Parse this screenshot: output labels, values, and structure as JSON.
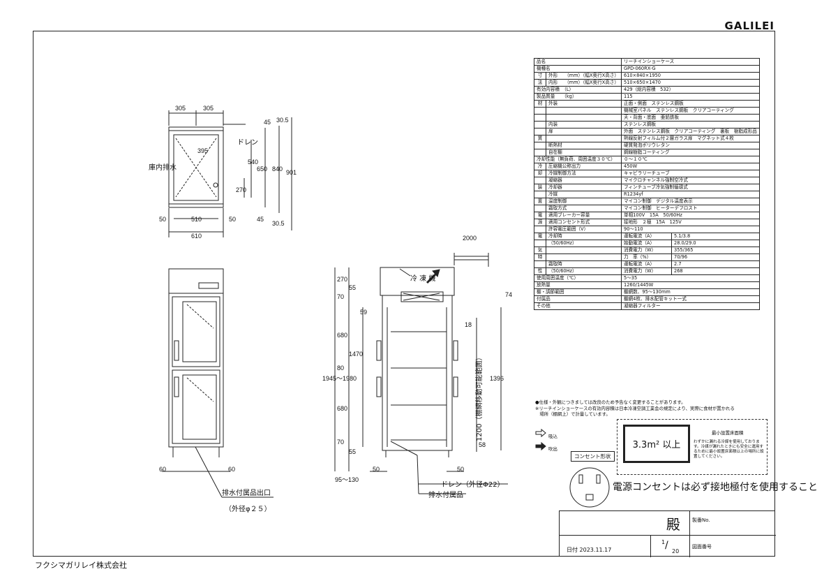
{
  "brand": "GALILEI",
  "company": "フクシマガリレイ株式会社",
  "drawing_labels": {
    "drain_internal": "庫内排水",
    "drain": "ドレン",
    "refrigerator": "冷 凍 機",
    "accessory_outlet": "排水付属品出口",
    "accessory_outlet_dia": "（外径φ２５）",
    "drain_outer": "ドレン（外径Φ22）",
    "accessory": "排水付属品",
    "shelf_range": "1200（棚網移動可能範囲）"
  },
  "dimensions": {
    "top_left": "305",
    "top_right": "305",
    "d395": "395",
    "d540": "540",
    "d650": "650",
    "d840": "840",
    "d901": "901",
    "d270": "270",
    "d45a": "45",
    "d30a": "30.5",
    "d45b": "45",
    "d30b": "30.5",
    "d50a": "50",
    "d510": "510",
    "d50b": "50",
    "d610": "610",
    "d60a": "60",
    "d60b": "60",
    "d2000": "2000",
    "d1945": "1945～1980",
    "d270s": "270",
    "d70a": "70",
    "d55a": "55",
    "d59": "59",
    "d680a": "680",
    "d1470": "1470",
    "d80": "80",
    "d680b": "680",
    "d70b": "70",
    "d55b": "55",
    "d95": "95～130",
    "d74": "74",
    "d18": "18",
    "d1396": "1396",
    "d58": "58",
    "d50c": "50",
    "d50d": "50"
  },
  "spec_rows": [
    {
      "c1": "品名",
      "c2": "",
      "val": "リーチインショーケース"
    },
    {
      "c1": "機種名",
      "c2": "",
      "val": "GPD-060RX-G"
    },
    {
      "c1": "寸",
      "c2": "外形　　（mm）（幅X奥行X高さ）",
      "val": "610×840×1950"
    },
    {
      "c1": "法",
      "c2": "内形　　（mm）（幅X奥行X高さ）",
      "val": "510×650×1470"
    },
    {
      "c1": "有効内容積　（L）",
      "c2": "",
      "val": "429（総内容積　532）"
    },
    {
      "c1": "製品質量　　（kg）",
      "c2": "",
      "val": "115"
    },
    {
      "c1": "材",
      "c2": "外装",
      "val": "正面・側面　ステンレス鋼板"
    },
    {
      "c1": "",
      "c2": "",
      "val": "機械室パネル　ステンレス鋼板　クリアコーティング"
    },
    {
      "c1": "",
      "c2": "",
      "val": "天・背面・底面　亜鉛鉄板"
    },
    {
      "c1": "",
      "c2": "内装",
      "val": "ステンレス鋼板"
    },
    {
      "c1": "",
      "c2": "扉",
      "val": "外面　ステンレス鋼板　クリアコーティング　裏板　樹脂成形品"
    },
    {
      "c1": "質",
      "c2": "",
      "val": "熱線反射フィルム付２層ガラス扉　マグネット式４枚"
    },
    {
      "c1": "",
      "c2": "断熱材",
      "val": "硬質発泡ポリウレタン"
    },
    {
      "c1": "",
      "c2": "自在棚",
      "val": "鋼線樹脂コーティング"
    },
    {
      "c1": "冷却性能（無負荷、周囲温度３０℃）",
      "c2": "",
      "val": "０～１０℃"
    },
    {
      "c1": "冷",
      "c2": "圧縮機公称出力",
      "val": "450W"
    },
    {
      "c1": "却",
      "c2": "冷媒制御方法",
      "val": "キャピラリーチューブ"
    },
    {
      "c1": "",
      "c2": "凝縮器",
      "val": "マイクロチャンネル強制空冷式"
    },
    {
      "c1": "装",
      "c2": "冷却器",
      "val": "フィンチューブ冷気強制循環式"
    },
    {
      "c1": "",
      "c2": "冷媒",
      "val": "R1234yf"
    },
    {
      "c1": "置",
      "c2": "温度制御",
      "val": "マイコン制御　デジタル温度表示"
    },
    {
      "c1": "",
      "c2": "霜取方式",
      "val": "マイコン制御　ヒーターデフロスト"
    },
    {
      "c1": "電",
      "c2": "適用ブレーカー容量",
      "val": "単相100V　15A　50/60Hz"
    },
    {
      "c1": "源",
      "c2": "適用コンセント形式",
      "val": "接地形　２極　15A　125V"
    },
    {
      "c1": "",
      "c2": "許容電圧範囲（V）",
      "val": "90～110"
    },
    {
      "c1": "電",
      "c2": "冷却時",
      "sub": "運転電流（A）",
      "val": "5.1/3.8"
    },
    {
      "c1": "",
      "c2": "（50/60Hz）",
      "sub": "始動電流（A）",
      "val": "28.0/29.0"
    },
    {
      "c1": "気",
      "c2": "",
      "sub": "消費電力（W）",
      "val": "355/365"
    },
    {
      "c1": "特",
      "c2": "",
      "sub": "力　率（%）",
      "val": "70/96"
    },
    {
      "c1": "",
      "c2": "霜取時",
      "sub": "運転電流（A）",
      "val": "2.7"
    },
    {
      "c1": "性",
      "c2": "（50/60Hz）",
      "sub": "消費電力（W）",
      "val": "268"
    },
    {
      "c1": "使用周囲温度（℃）",
      "c2": "",
      "val": "5～35"
    },
    {
      "c1": "放熱量",
      "c2": "",
      "val": "1260/1445W"
    },
    {
      "c1": "棚・調節範囲",
      "c2": "",
      "val": "棚網数、95～130mm"
    },
    {
      "c1": "付属品",
      "c2": "",
      "val": "棚網4枚、排水配管キット一式"
    },
    {
      "c1": "その他",
      "c2": "",
      "val": "凝縮器フィルター"
    }
  ],
  "notes": [
    "●仕様・外観につきましては改良のため予告なく変更することがあります。",
    "※リーチインショーケースの有効内容積は日本冷凍空調工業会の規定により、実際に食材が置かれる",
    "　場所（棚網上）で計量しています。"
  ],
  "legend": {
    "intake": "吸込",
    "exhaust": "吹出"
  },
  "min_area": {
    "value": "3.3m² 以上",
    "title": "最小設置床面積",
    "note": "わずかに漏れる冷媒を使用しております。冷媒が漏れたときにも安全に運用するために最小設置床面積以上の場所に設置してください。"
  },
  "outlet_label": "コンセント形状",
  "warning": "電源コンセントは必ず接地極付を使用すること",
  "title_block": {
    "to": "殿",
    "serial_label": "製番No.",
    "date": "日付 2023.11.17",
    "scale_num": "1",
    "scale_den": "20",
    "drawing_no_label": "図面番号"
  }
}
